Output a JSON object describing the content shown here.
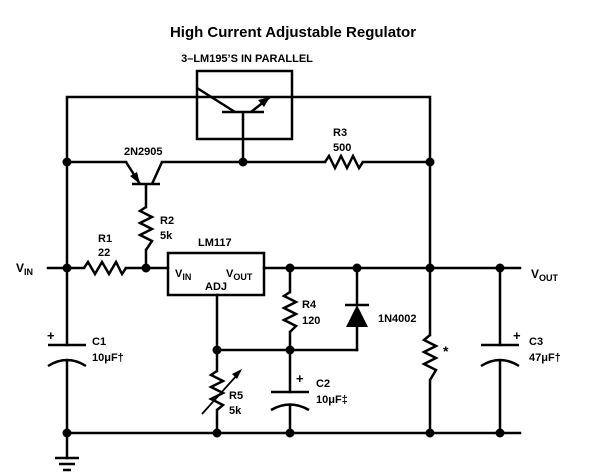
{
  "title": "High Current Adjustable Regulator",
  "subtitle": "3–LM195’S IN PARALLEL",
  "nodes": {
    "vin": "V",
    "vin_sub": "IN",
    "vout": "V",
    "vout_sub": "OUT"
  },
  "components": {
    "q1": {
      "name": "2N2905"
    },
    "r1": {
      "name": "R1",
      "value": "22"
    },
    "r2": {
      "name": "R2",
      "value": "5k"
    },
    "r3": {
      "name": "R3",
      "value": "500"
    },
    "r4": {
      "name": "R4",
      "value": "120"
    },
    "r5": {
      "name": "R5",
      "value": "5k"
    },
    "c1": {
      "name": "C1",
      "value": "10μF†",
      "plus": "+"
    },
    "c2": {
      "name": "C2",
      "value": "10μF‡",
      "plus": "+"
    },
    "c3": {
      "name": "C3",
      "value": "47μF†",
      "plus": "+"
    },
    "d1": {
      "name": "1N4002"
    },
    "u1": {
      "name": "LM117",
      "pin_in": "V",
      "pin_in_sub": "IN",
      "pin_out": "V",
      "pin_out_sub": "OUT",
      "pin_adj": "ADJ"
    },
    "rx": {
      "mark": "*"
    }
  }
}
